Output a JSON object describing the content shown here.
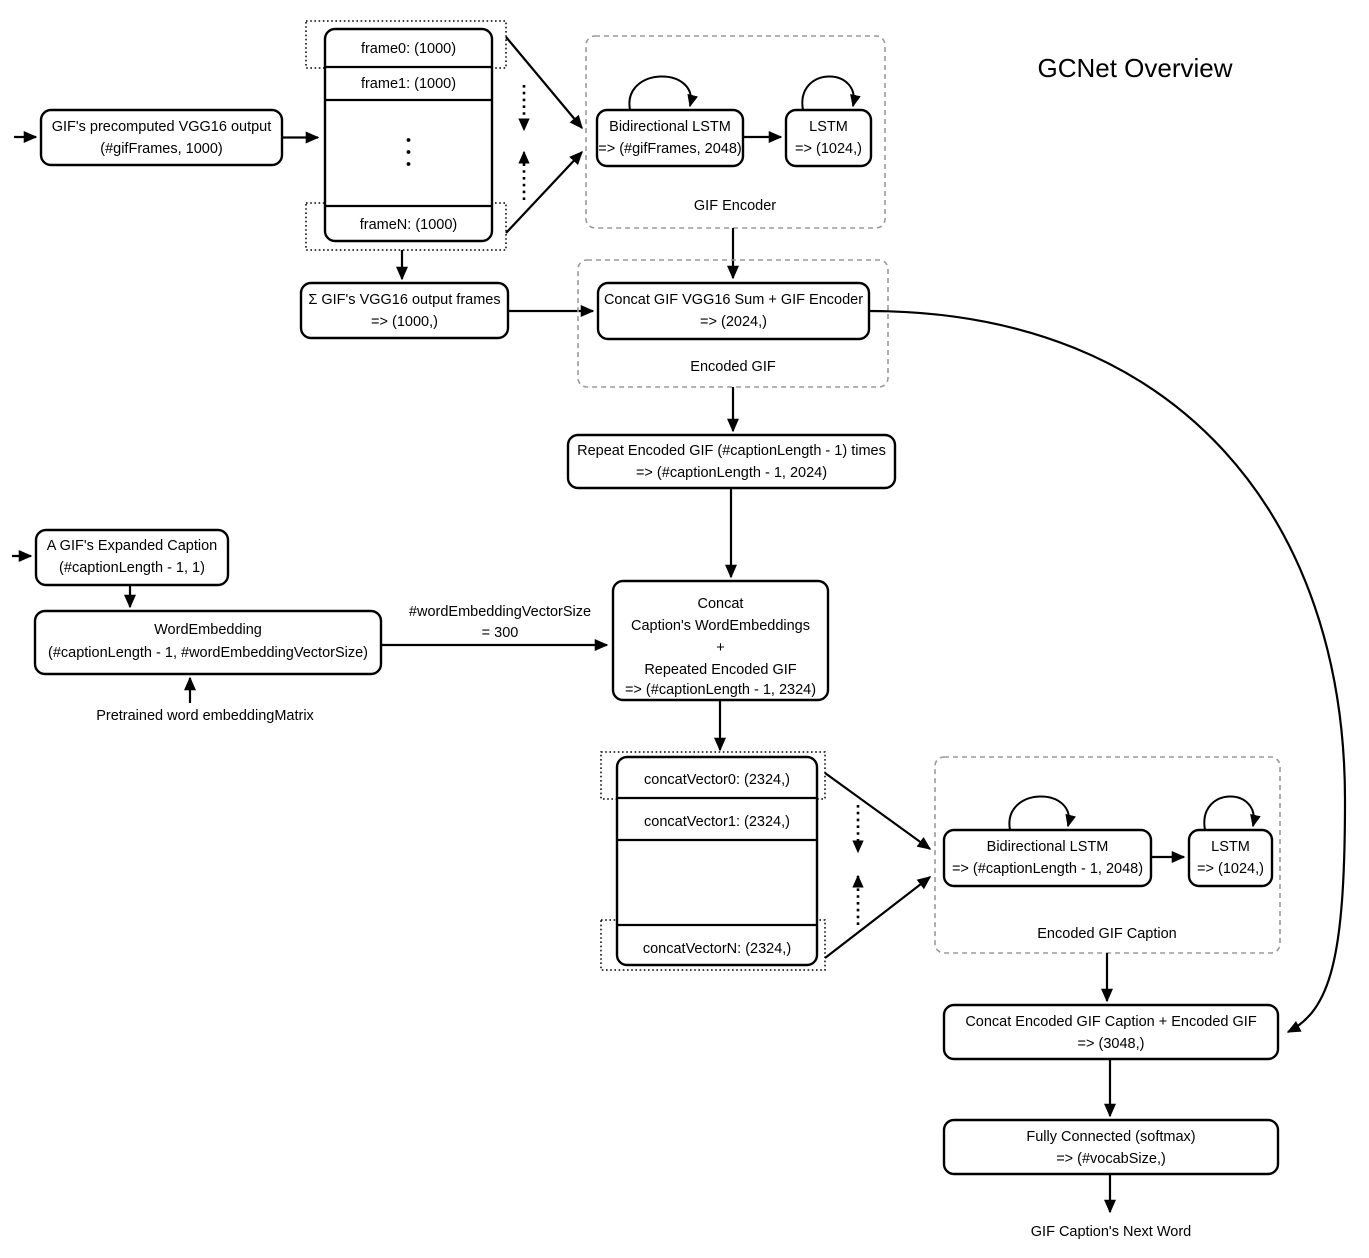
{
  "title": "GCNet Overview",
  "nodes": {
    "vgg_input": {
      "line1": "GIF's precomputed VGG16 output",
      "line2": "(#gifFrames, 1000)"
    },
    "frame_stack": {
      "frame0": "frame0: (1000)",
      "frame1": "frame1: (1000)",
      "frameN": "frameN: (1000)",
      "ellipsis": "⋮"
    },
    "gif_encoder": {
      "group_label": "GIF Encoder",
      "bilstm_line1": "Bidirectional LSTM",
      "bilstm_line2": "=> (#gifFrames, 2048)",
      "lstm_line1": "LSTM",
      "lstm_line2": "=> (1024,)"
    },
    "vgg_sum": {
      "line1": "Σ GIF's VGG16 output frames",
      "line2": "=> (1000,)"
    },
    "encoded_gif": {
      "group_label": "Encoded GIF",
      "concat_line1": "Concat GIF VGG16 Sum + GIF Encoder",
      "concat_line2": "=> (2024,)"
    },
    "repeat_encoded_gif": {
      "line1": "Repeat Encoded GIF (#captionLength - 1) times",
      "line2": "=> (#captionLength - 1, 2024)"
    },
    "expanded_caption": {
      "line1": "A GIF's Expanded Caption",
      "line2": "(#captionLength - 1, 1)"
    },
    "word_embedding": {
      "line1": "WordEmbedding",
      "line2": "(#captionLength - 1, #wordEmbeddingVectorSize)"
    },
    "embedding_matrix_label": "Pretrained word embeddingMatrix",
    "embedding_edge_label": {
      "line1": "#wordEmbeddingVectorSize",
      "line2": "= 300"
    },
    "concat_caption": {
      "line1": "Concat",
      "line2": "Caption's WordEmbeddings",
      "line3": "+",
      "line4": "Repeated Encoded GIF",
      "line5": "=> (#captionLength - 1, 2324)"
    },
    "concat_stack": {
      "vector0": "concatVector0: (2324,)",
      "vector1": "concatVector1: (2324,)",
      "vectorN": "concatVectorN: (2324,)"
    },
    "encoded_gif_caption": {
      "group_label": "Encoded GIF Caption",
      "bilstm_line1": "Bidirectional LSTM",
      "bilstm_line2": "=> (#captionLength - 1, 2048)",
      "lstm_line1": "LSTM",
      "lstm_line2": "=> (1024,)"
    },
    "final_concat": {
      "line1": "Concat Encoded GIF Caption + Encoded GIF",
      "line2": "=> (3048,)"
    },
    "fully_connected": {
      "line1": "Fully Connected (softmax)",
      "line2": "=> (#vocabSize,)"
    },
    "output_label": "GIF Caption's Next Word"
  },
  "colors": {
    "stroke": "#000000",
    "group_stroke": "#9a9a9a",
    "background": "#ffffff"
  }
}
